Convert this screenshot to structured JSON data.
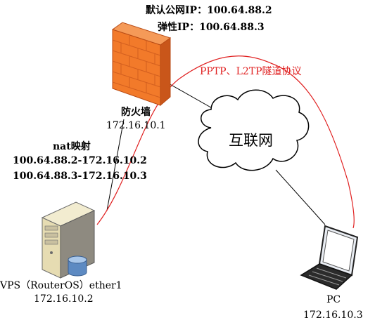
{
  "firewall": {
    "public_ip": "默认公网IP：100.64.88.2",
    "elastic_ip": "弹性IP：100.64.88.3",
    "name": "防火墙",
    "lan_ip": "172.16.10.1"
  },
  "protocol_label": "PPTP、L2TP隧道协议",
  "nat": {
    "title": "nat映射",
    "rules": [
      "100.64.88.2-172.16.10.2",
      "100.64.88.3-172.16.10.3"
    ]
  },
  "cloud": {
    "label": "互联网"
  },
  "vps": {
    "name": "VPS（RouterOS）ether1",
    "ip": "172.16.10.2"
  },
  "pc": {
    "name": "PC",
    "ip": "172.16.10.3"
  },
  "colors": {
    "tunnel": "#e02020",
    "link": "#000000",
    "firewall": "#f27a2a",
    "firewall_dark": "#c9561a"
  }
}
